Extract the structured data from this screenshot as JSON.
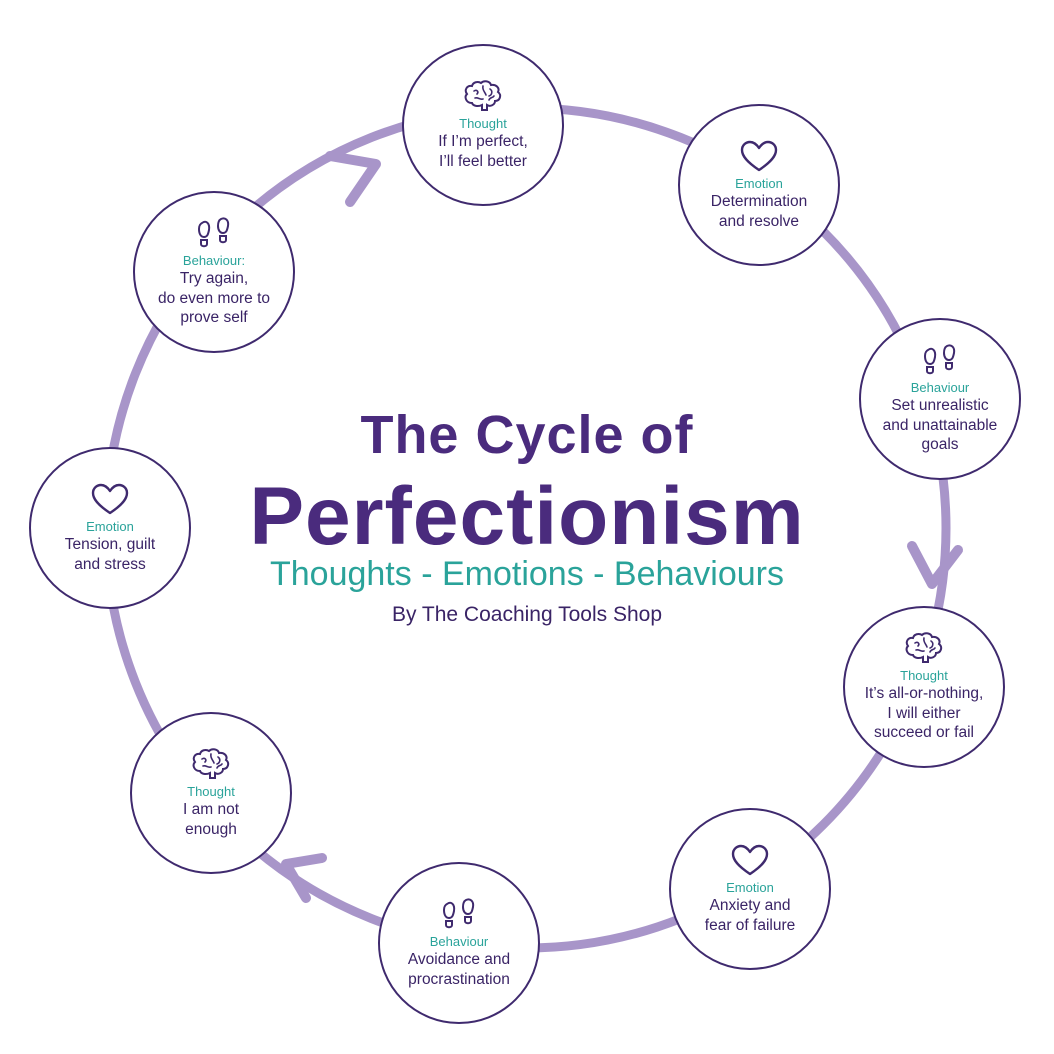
{
  "title": {
    "line1": "The Cycle of",
    "line2": "Perfectionism",
    "subtitle": "Thoughts - Emotions - Behaviours",
    "byline": "By The Coaching Tools Shop"
  },
  "colors": {
    "purple_dark": "#4a2b7d",
    "ring": "#a895c9",
    "node_border": "#3f2a6e",
    "teal": "#2aa39a",
    "text": "#3a2466"
  },
  "nodes": [
    {
      "kind": "Thought",
      "icon": "brain-icon",
      "text": "If I’m perfect,\nI’ll feel better"
    },
    {
      "kind": "Emotion",
      "icon": "heart-icon",
      "text": "Determination\nand resolve"
    },
    {
      "kind": "Behaviour",
      "icon": "footprints-icon",
      "text": "Set unrealistic\nand unattainable\ngoals"
    },
    {
      "kind": "Thought",
      "icon": "brain-icon",
      "text": "It’s all-or-nothing,\nI will either\nsucceed or fail"
    },
    {
      "kind": "Emotion",
      "icon": "heart-icon",
      "text": "Anxiety and\nfear of failure"
    },
    {
      "kind": "Behaviour",
      "icon": "footprints-icon",
      "text": "Avoidance and\nprocrastination"
    },
    {
      "kind": "Thought",
      "icon": "brain-icon",
      "text": "I am not\nenough"
    },
    {
      "kind": "Emotion",
      "icon": "heart-icon",
      "text": "Tension, guilt\nand stress"
    },
    {
      "kind": "Behaviour:",
      "icon": "footprints-icon",
      "text": "Try again,\ndo even more to\nprove self"
    }
  ]
}
